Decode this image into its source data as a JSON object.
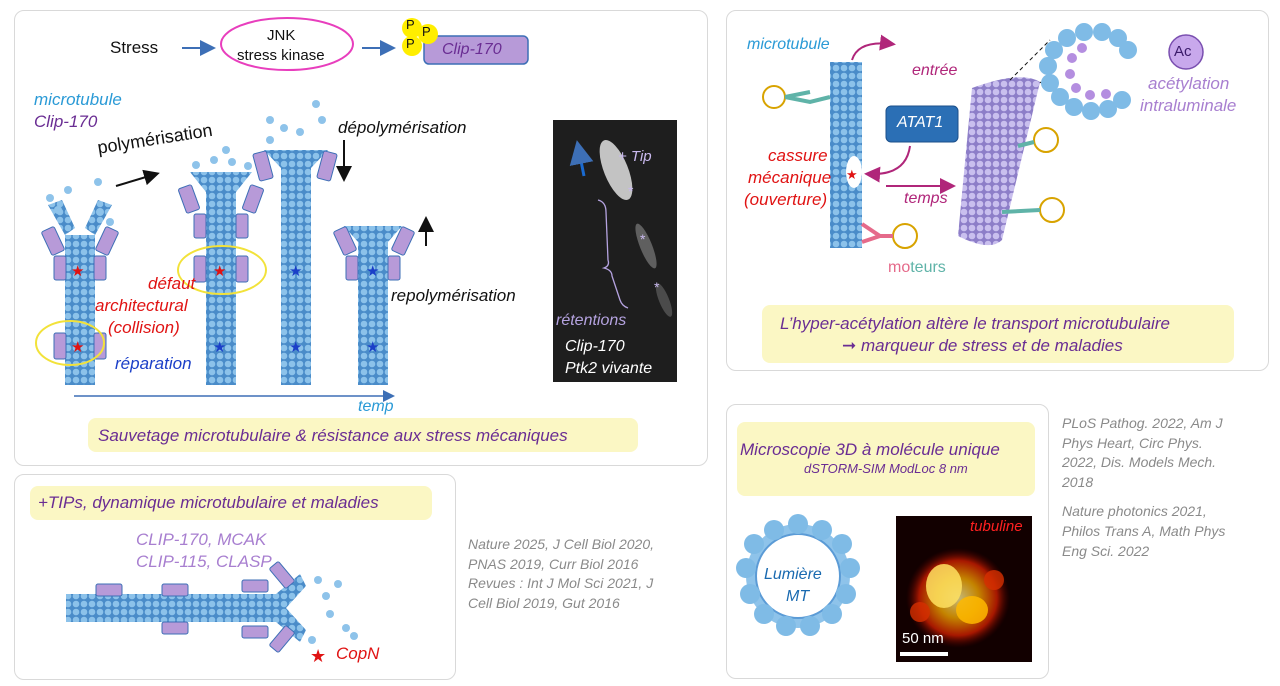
{
  "colors": {
    "tube": "#5b9bd6",
    "bead": "#8ec3ea",
    "clip": "#b79ad8",
    "acet": "#b48ee0",
    "highlight": "#fbf7c4"
  },
  "panel1": {
    "stress": "Stress",
    "jnk_line1": "JNK",
    "jnk_line2": "stress kinase",
    "p_label": "P",
    "clip170": "Clip-170",
    "legend_mt": "microtubule",
    "legend_clip": "Clip-170",
    "polymerisation": "polymérisation",
    "depolymerisation": "dépolymérisation",
    "repolymerisation": "repolymérisation",
    "defaut_line1": "défaut",
    "defaut_line2": "architectural",
    "defaut_line3": "(collision)",
    "reparation": "réparation",
    "temp": "temp",
    "tip": "+ Tip",
    "retentions": "rétentions",
    "micro_line1": "Clip-170",
    "micro_line2": "Ptk2 vivante",
    "caption": "Sauvetage microtubulaire & résistance aux stress mécaniques"
  },
  "panel2": {
    "title": "+TIPs, dynamique microtubulaire et maladies",
    "line1": "CLIP-170, MCAK",
    "line2": "CLIP-115, CLASP",
    "copn": "CopN"
  },
  "refs1": {
    "l1": "Nature 2025, J Cell Biol 2020,",
    "l2": "PNAS 2019, Curr Biol 2016",
    "l3": "Revues : Int J Mol Sci 2021, J",
    "l4": "Cell Biol 2019, Gut 2016"
  },
  "panel3": {
    "microtubule": "microtubule",
    "entree": "entrée",
    "atat1": "ATAT1",
    "ac": "Ac",
    "acet_line1": "acétylation",
    "acet_line2": "intraluminale",
    "cassure_line1": "cassure",
    "cassure_line2": "mécanique",
    "cassure_line3": "(ouverture)",
    "temps": "temps",
    "mo": "mo",
    "teurs": "teurs",
    "caption_line1": "L’hyper-acétylation altère le transport microtubulaire",
    "caption_line2": "➞ marqueur de stress et de maladies"
  },
  "panel4": {
    "title1": "Microscopie 3D à molécule unique",
    "title2": "dSTORM-SIM ModLoc 8 nm",
    "lumiere": "Lumière",
    "mt": "MT",
    "tubuline": "tubuline",
    "scale": "50 nm"
  },
  "refs2": {
    "l1": "PLoS Pathog. 2022, Am J",
    "l2": "Phys Heart, Circ Phys.",
    "l3": "2022, Dis. Models Mech.",
    "l4": "2018",
    "l5": "Nature photonics 2021,",
    "l6": "Philos Trans A, Math Phys",
    "l7": "Eng Sci. 2022"
  }
}
